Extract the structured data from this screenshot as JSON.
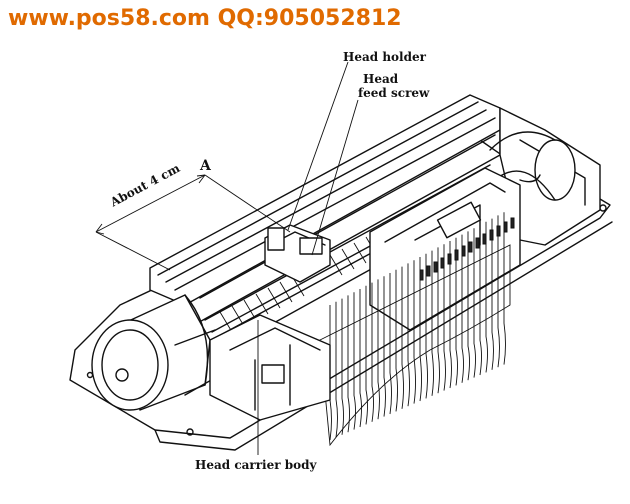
{
  "watermark": "www.pos58.com QQ:905052812",
  "labels": {
    "head_holder": "Head holder",
    "head_feed_screw_line1": "Head",
    "head_feed_screw_line2": "feed screw",
    "about_4cm": "About 4 cm",
    "point_a": "A",
    "head_carrier_body": "Head carrier body"
  },
  "colors": {
    "watermark": "#e06a00",
    "ink": "#111111",
    "background": "#ffffff"
  }
}
